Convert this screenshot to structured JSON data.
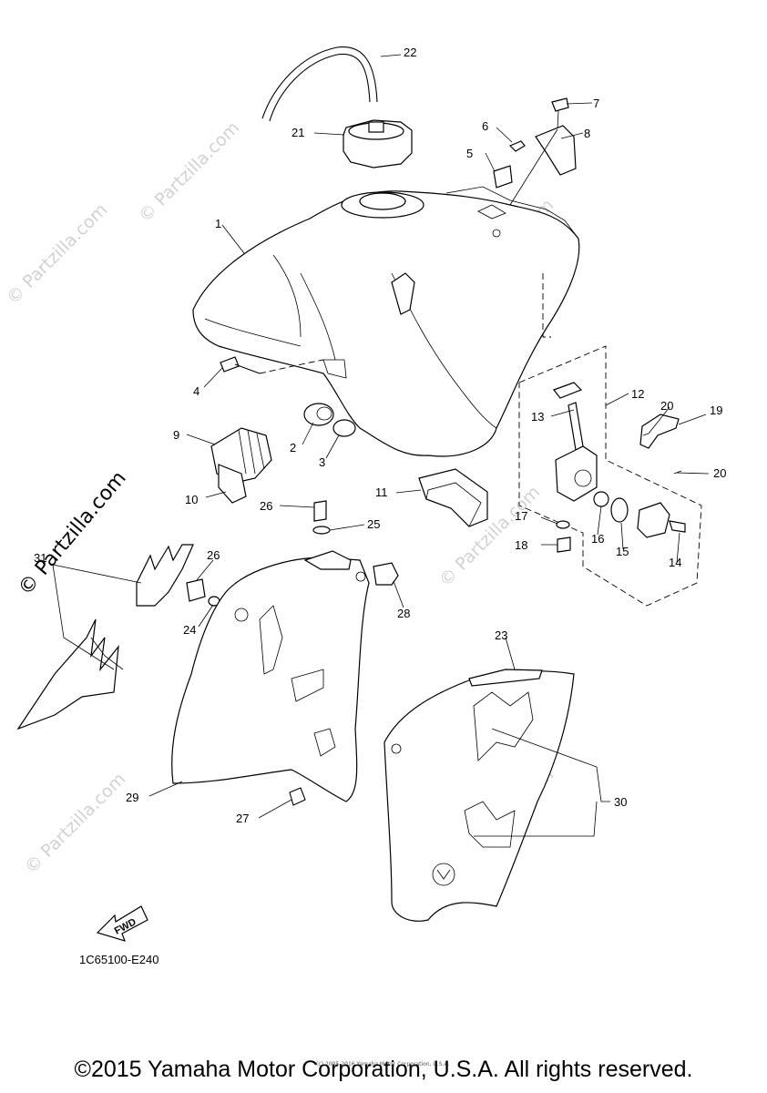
{
  "watermark": "© Partzilla.com",
  "diagram_code": "1C65100-E240",
  "fwd_label": "FWD",
  "inner_copyright": "(c) 2005-2016 Yamaha Motor Corporation, U.S.A.",
  "copyright": "©2015 Yamaha Motor Corporation, U.S.A. All rights reserved.",
  "callouts": {
    "c1": "1",
    "c2": "2",
    "c3": "3",
    "c4": "4",
    "c5": "5",
    "c6": "6",
    "c7": "7",
    "c8": "8",
    "c9": "9",
    "c10": "10",
    "c11": "11",
    "c12": "12",
    "c13": "13",
    "c14": "14",
    "c15": "15",
    "c16": "16",
    "c17": "17",
    "c18": "18",
    "c19": "19",
    "c20a": "20",
    "c20b": "20",
    "c21": "21",
    "c22": "22",
    "c23": "23",
    "c24": "24",
    "c25": "25",
    "c26a": "26",
    "c26b": "26",
    "c27": "27",
    "c28": "28",
    "c29": "29",
    "c30": "30",
    "c31": "31"
  }
}
